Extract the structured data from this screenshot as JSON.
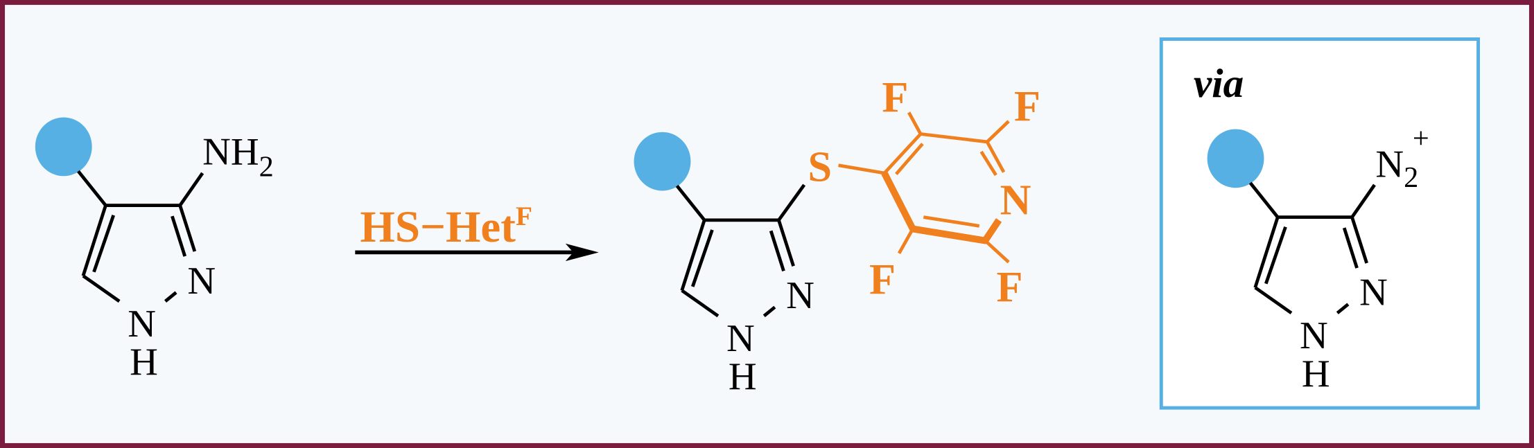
{
  "colors": {
    "frame": "#7b1c3e",
    "background": "#f5f9fc",
    "substituent_dot": "#57b0e3",
    "reagent": "#f07f1e",
    "intermediate_box": "#57b0e3"
  },
  "reactant": {
    "amine_label": "NH",
    "amine_sub": "2",
    "ring_nh": "N",
    "ring_h": "H",
    "ring_n": "N"
  },
  "reagent": {
    "label": "HS−Het",
    "superscript": "F"
  },
  "product": {
    "sulfur": "S",
    "pyridine_n": "N",
    "fluorines": [
      "F",
      "F",
      "F",
      "F"
    ],
    "ring_nh": "N",
    "ring_h": "H",
    "ring_n": "N"
  },
  "intermediate": {
    "via": "via",
    "diazo_label": "N",
    "diazo_sub": "2",
    "diazo_charge": "+",
    "ring_nh": "N",
    "ring_h": "H",
    "ring_n": "N"
  }
}
